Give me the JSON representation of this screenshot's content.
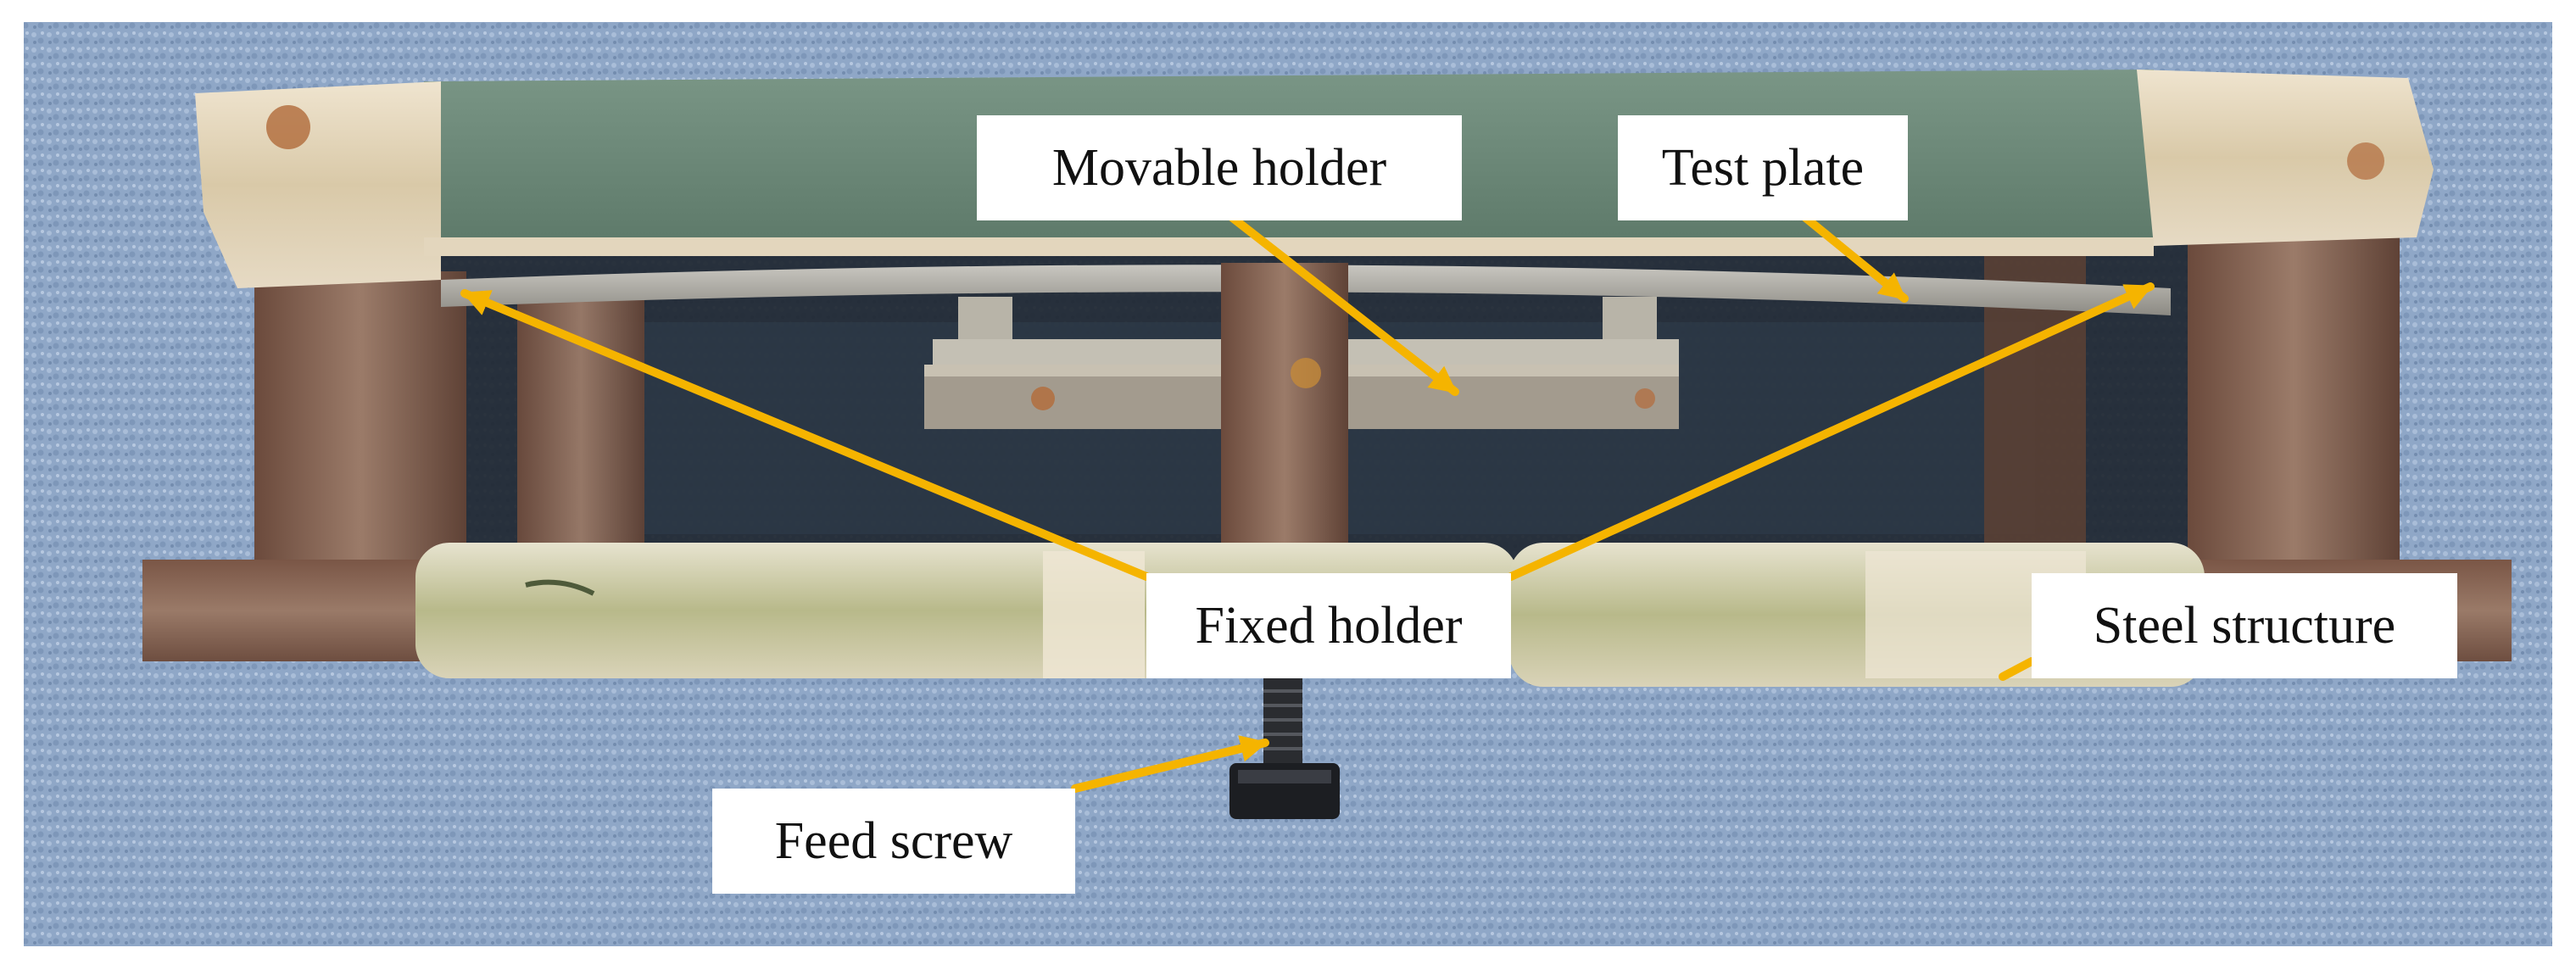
{
  "labels": {
    "movable_holder": "Movable holder",
    "test_plate": "Test plate",
    "fixed_holder": "Fixed holder",
    "steel_structure": "Steel structure",
    "feed_screw": "Feed screw"
  },
  "colors": {
    "arrow": "#f5b400",
    "background_carpet": "#8ea6c6",
    "tape": "#e8dcc6",
    "green_board": "#6e8a7a",
    "steel": "#8a6a5a"
  }
}
